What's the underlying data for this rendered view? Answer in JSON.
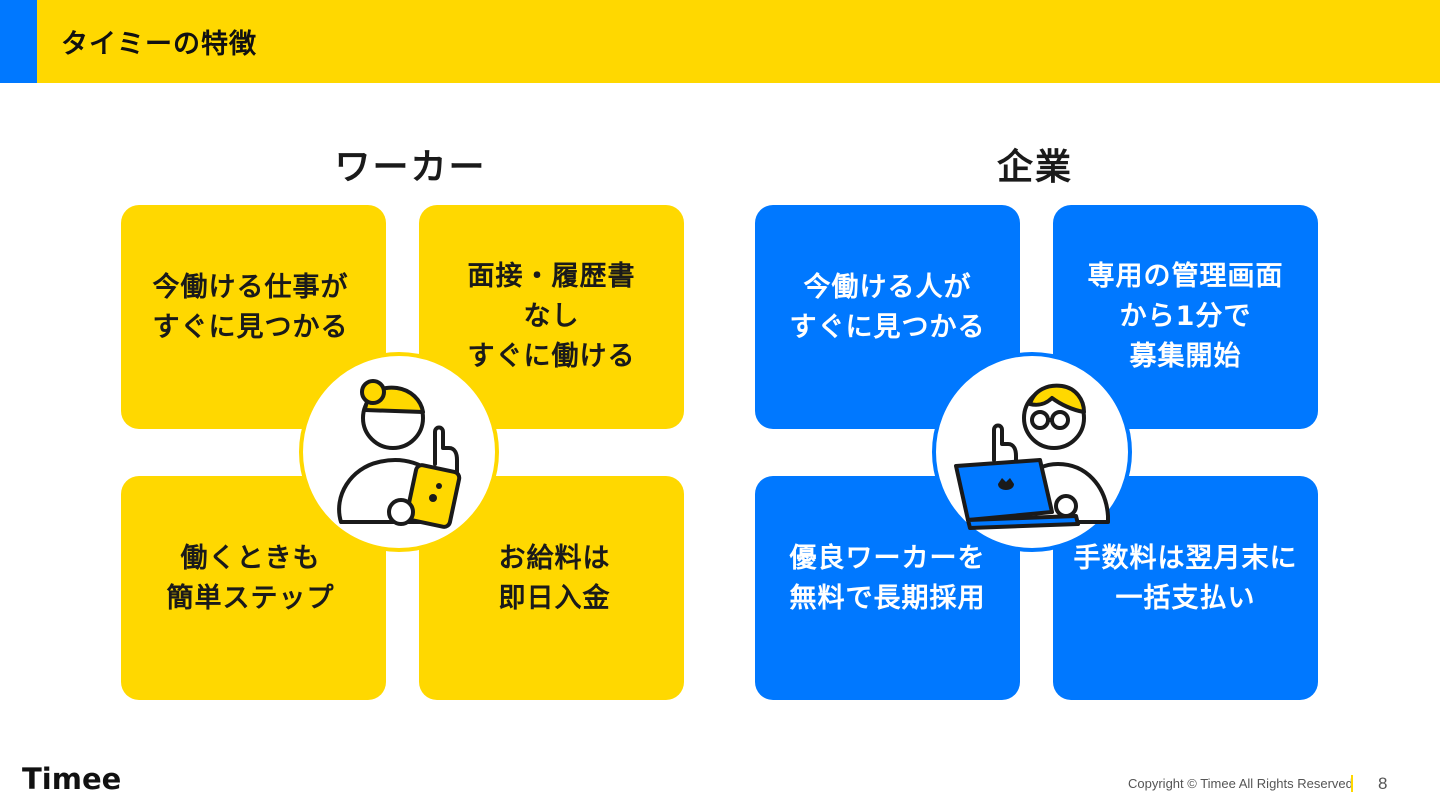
{
  "header": {
    "title": "タイミーの特徴",
    "accent_color": "#0078ff",
    "bar_color": "#ffd800"
  },
  "worker": {
    "title": "ワーカー",
    "color": "#ffd800",
    "illustration_icon": "worker-with-smartphone-icon",
    "cards": [
      "今働ける仕事が\nすぐに見つかる",
      "面接・履歴書\nなし\nすぐに働ける",
      "働くときも\n簡単ステップ",
      "お給料は\n即日入金"
    ]
  },
  "company": {
    "title": "企業",
    "color": "#0078ff",
    "illustration_icon": "person-with-laptop-icon",
    "cards": [
      "今働ける人が\nすぐに見つかる",
      "専用の管理画面\nから1分で\n募集開始",
      "優良ワーカーを\n無料で長期採用",
      "手数料は翌月末に\n一括支払い"
    ]
  },
  "footer": {
    "logo": "Timee",
    "copyright": "Copyright © Timee All Rights Reserved",
    "page_number": "8"
  }
}
